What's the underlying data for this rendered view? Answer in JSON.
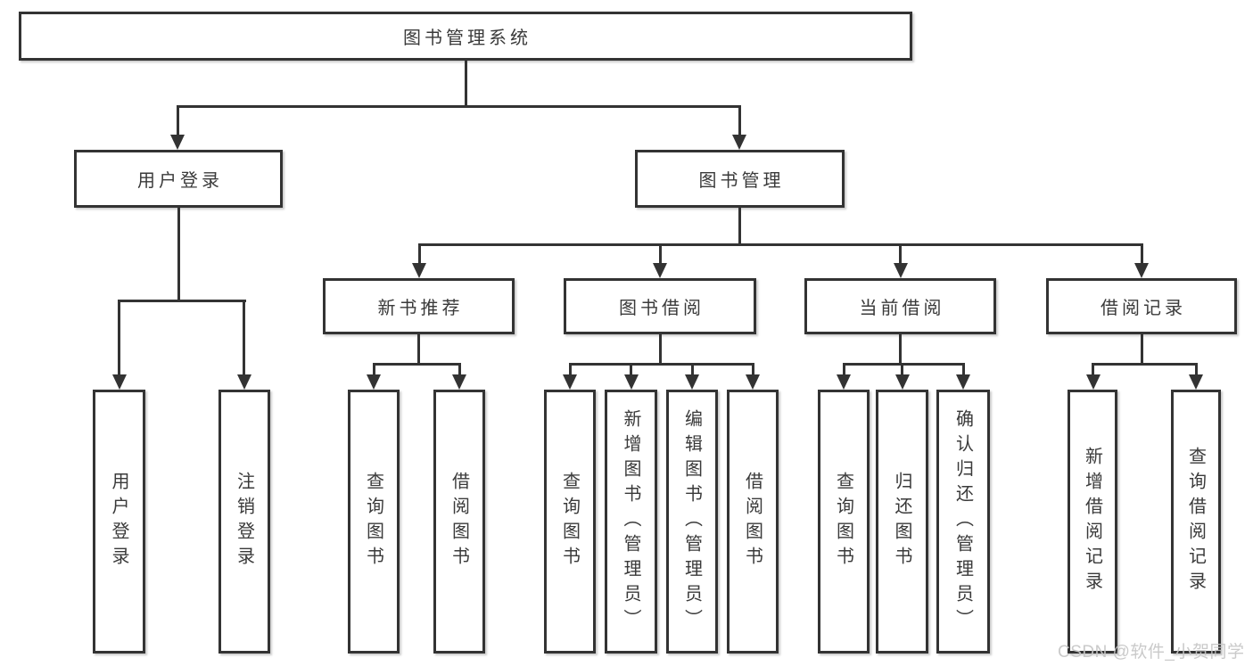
{
  "tree": {
    "root": {
      "label": "图书管理系统",
      "children": [
        {
          "label": "用户登录",
          "children": [
            {
              "label": "用户登录"
            },
            {
              "label": "注销登录"
            }
          ]
        },
        {
          "label": "图书管理",
          "children": [
            {
              "label": "新书推荐",
              "children": [
                {
                  "label": "查询图书"
                },
                {
                  "label": "借阅图书"
                }
              ]
            },
            {
              "label": "图书借阅",
              "children": [
                {
                  "label": "查询图书"
                },
                {
                  "label": "新增图书（管理员）"
                },
                {
                  "label": "编辑图书（管理员）"
                },
                {
                  "label": "借阅图书"
                }
              ]
            },
            {
              "label": "当前借阅",
              "children": [
                {
                  "label": "查询图书"
                },
                {
                  "label": "归还图书"
                },
                {
                  "label": "确认归还（管理员）"
                }
              ]
            },
            {
              "label": "借阅记录",
              "children": [
                {
                  "label": "新增借阅记录"
                },
                {
                  "label": "查询借阅记录"
                }
              ]
            }
          ]
        }
      ]
    }
  },
  "watermark": {
    "text": "CSDN @软件_小贺同学",
    "color": "#c6c6c6"
  },
  "colors": {
    "line": "#333333",
    "border": "#333333",
    "text": "#3a3a3a",
    "background": "#ffffff"
  }
}
